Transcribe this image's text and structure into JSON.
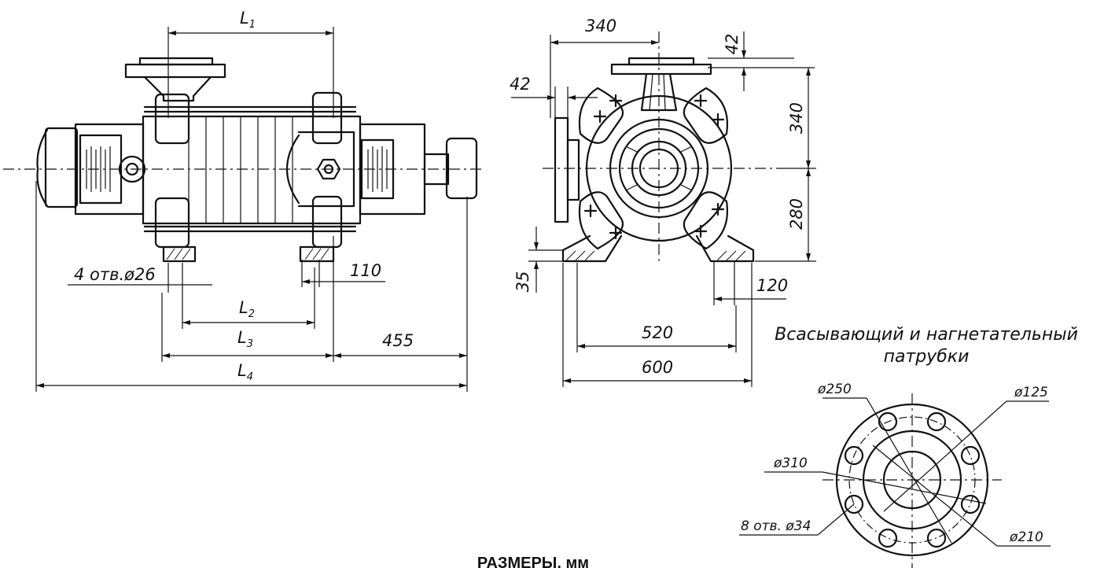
{
  "side_view": {
    "dim_L1": "L",
    "dim_L1_sub": "1",
    "dim_L2": "L",
    "dim_L2_sub": "2",
    "dim_L3": "L",
    "dim_L3_sub": "3",
    "dim_L4": "L",
    "dim_L4_sub": "4",
    "dim_455": "455",
    "dim_110": "110",
    "holes_note": "4 отв.ø26"
  },
  "front_view": {
    "dim_340_top": "340",
    "dim_42_top": "42",
    "dim_42_left": "42",
    "dim_340_right": "340",
    "dim_280": "280",
    "dim_35": "35",
    "dim_120": "120",
    "dim_520": "520",
    "dim_600": "600"
  },
  "flange_view": {
    "title_line1": "Всасывающий и нагнетательный",
    "title_line2": "патрубки",
    "dim_d250": "ø250",
    "dim_d125": "ø125",
    "dim_d310": "ø310",
    "holes_note": "8 отв. ø34",
    "dim_d210": "ø210"
  },
  "caption": "РАЗМЕРЫ, мм"
}
